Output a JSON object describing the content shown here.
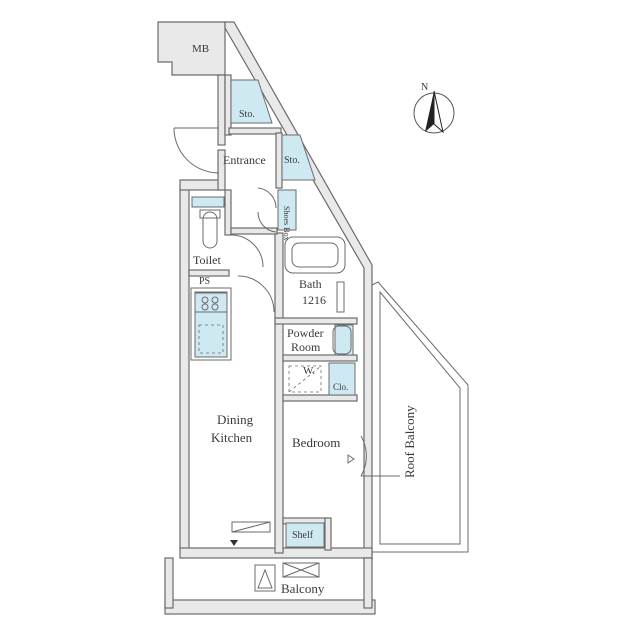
{
  "rooms": {
    "mb": "MB",
    "sto_top": "Sto.",
    "entrance": "Entrance",
    "sto_side": "Sto.",
    "shoes_box": "Shoes Box",
    "toilet": "Toilet",
    "ps": "PS",
    "bath": "Bath",
    "bath_size": "1216",
    "powder_line1": "Powder",
    "powder_line2": "Room",
    "wic": "W.",
    "clo": "Clo.",
    "dining_line1": "Dining",
    "dining_line2": "Kitchen",
    "bedroom": "Bedroom",
    "shelf": "Shelf",
    "balcony": "Balcony",
    "roof_balcony": "Roof Balcony"
  },
  "compass": {
    "north_label": "N",
    "icon": "north-arrow-icon"
  },
  "colors": {
    "wall": "#e9e9e9",
    "storage": "#cfe9f3",
    "line": "#6b6b6b"
  }
}
